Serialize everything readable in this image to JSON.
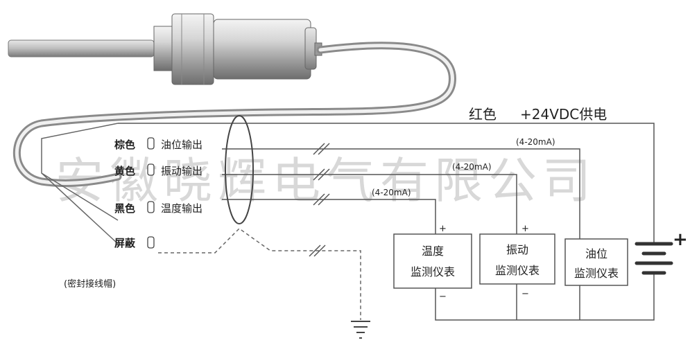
{
  "watermark": "安徽晓辉电气有限公司",
  "supply": {
    "color_label": "红色",
    "voltage": "+24VDC供电",
    "plus": "+",
    "minus": "−"
  },
  "wires": [
    {
      "color_label": "棕色",
      "signal": "油位输出",
      "current": "(4-20mA)"
    },
    {
      "color_label": "黄色",
      "signal": "振动输出",
      "current": "(4-20mA)"
    },
    {
      "color_label": "黑色",
      "signal": "温度输出",
      "current": "(4-20mA)"
    },
    {
      "color_label": "屏蔽",
      "signal": "",
      "current": ""
    }
  ],
  "seal_label": "(密封接线帽)",
  "instruments": [
    {
      "line1": "温度",
      "line2": "监测仪表",
      "plus": "+",
      "minus": "−"
    },
    {
      "line1": "振动",
      "line2": "监测仪表",
      "plus": "+",
      "minus": "−"
    },
    {
      "line1": "油位",
      "line2": "监测仪表"
    }
  ],
  "colors": {
    "line": "#555555",
    "sensor_body": "#b8b8b8",
    "cable": "#9a9a9a"
  }
}
